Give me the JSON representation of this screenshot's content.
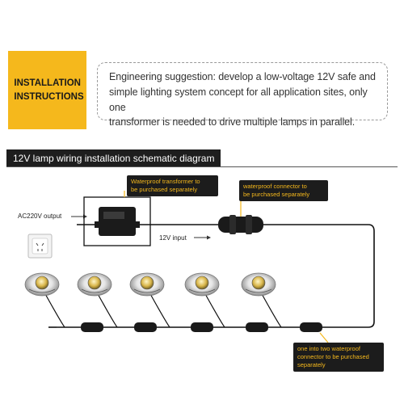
{
  "header": {
    "install_line1": "INSTALLATION",
    "install_line2": "INSTRUCTIONS",
    "suggestion_line1": "Engineering suggestion: develop a low-voltage 12V safe and",
    "suggestion_line2": "simple lighting system concept for all application sites, only one",
    "suggestion_line3": "transformer is needed to drive multiple lamps in parallel."
  },
  "diagram": {
    "title": "12V lamp wiring installation schematic diagram",
    "ac_label": "AC220V output",
    "dc_label": "12V input",
    "transformer_note_line1": "Waterproof transformer to",
    "transformer_note_line2": "be purchased separately",
    "connector_note_line1": "waterproof connector to",
    "connector_note_line2": "be purchased separately",
    "splitter_note_line1": "one into two waterproof",
    "splitter_note_line2": "connector to be purchased",
    "splitter_note_line3": "separately",
    "lamp_count": 5,
    "splitter_count": 5
  },
  "colors": {
    "accent_yellow": "#f5b81c",
    "callout_bg": "#1c1c1c",
    "title_bg": "#1e1e1e"
  },
  "icons": [
    "transformer-icon",
    "wall-socket-icon",
    "lamp-icon",
    "connector-icon",
    "splitter-icon"
  ]
}
